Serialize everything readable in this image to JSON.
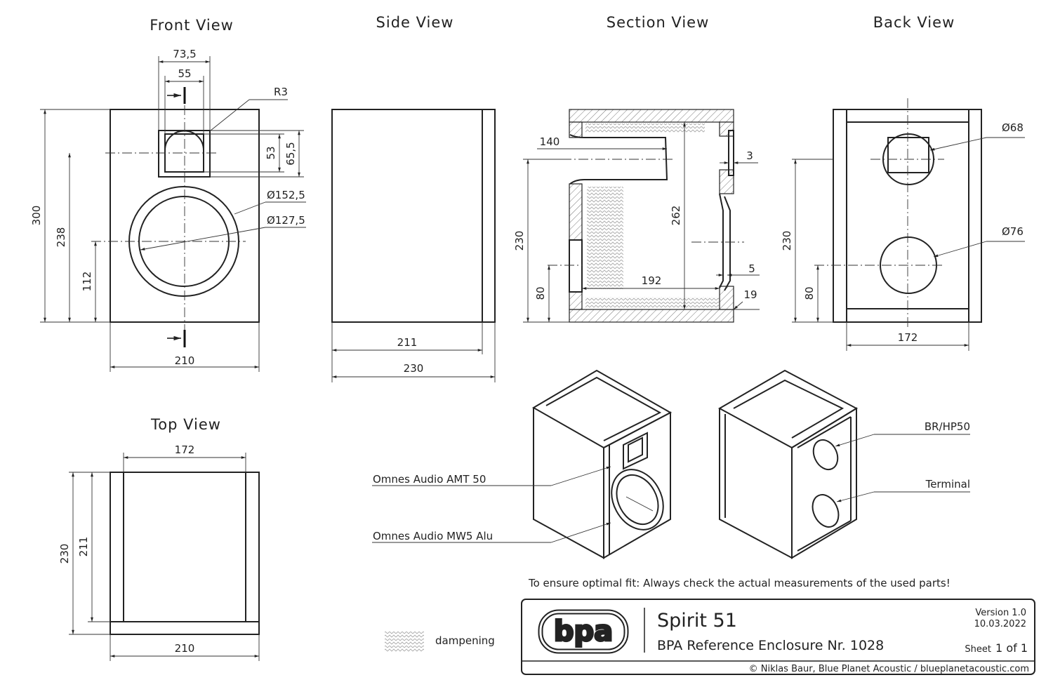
{
  "views": {
    "front": "Front View",
    "side": "Side View",
    "section": "Section View",
    "back": "Back View",
    "top": "Top View"
  },
  "front_dims": {
    "d73_5": "73,5",
    "d55": "55",
    "r3": "R3",
    "d53": "53",
    "d65_5": "65,5",
    "d152_5": "Ø152,5",
    "d127_5": "Ø127,5",
    "d300": "300",
    "d238": "238",
    "d112": "112",
    "d210": "210"
  },
  "side_dims": {
    "d211": "211",
    "d230": "230"
  },
  "section_dims": {
    "d140": "140",
    "d3": "3",
    "d262": "262",
    "d230": "230",
    "d80": "80",
    "d192": "192",
    "d5": "5",
    "d19": "19"
  },
  "back_dims": {
    "d68": "Ø68",
    "d76": "Ø76",
    "d230": "230",
    "d80": "80",
    "d172": "172"
  },
  "top_dims": {
    "d172": "172",
    "d230": "230",
    "d211": "211",
    "d210": "210"
  },
  "callouts": {
    "amt": "Omnes Audio AMT 50",
    "mw5": "Omnes Audio MW5 Alu",
    "port": "BR/HP50",
    "terminal": "Terminal"
  },
  "legend": {
    "dampening": "dampening"
  },
  "note": "To ensure optimal fit: Always check the actual measurements of the used parts!",
  "titleblock": {
    "logo": "bpa",
    "name": "Spirit 51",
    "subtitle": "BPA Reference Enclosure Nr. 1028",
    "version": "Version 1.0",
    "date": "10.03.2022",
    "sheet": "Sheet",
    "sheet_num": "1 of 1",
    "copyright": "© Niklas Baur, Blue Planet Acoustic / blueplanetacoustic.com"
  }
}
